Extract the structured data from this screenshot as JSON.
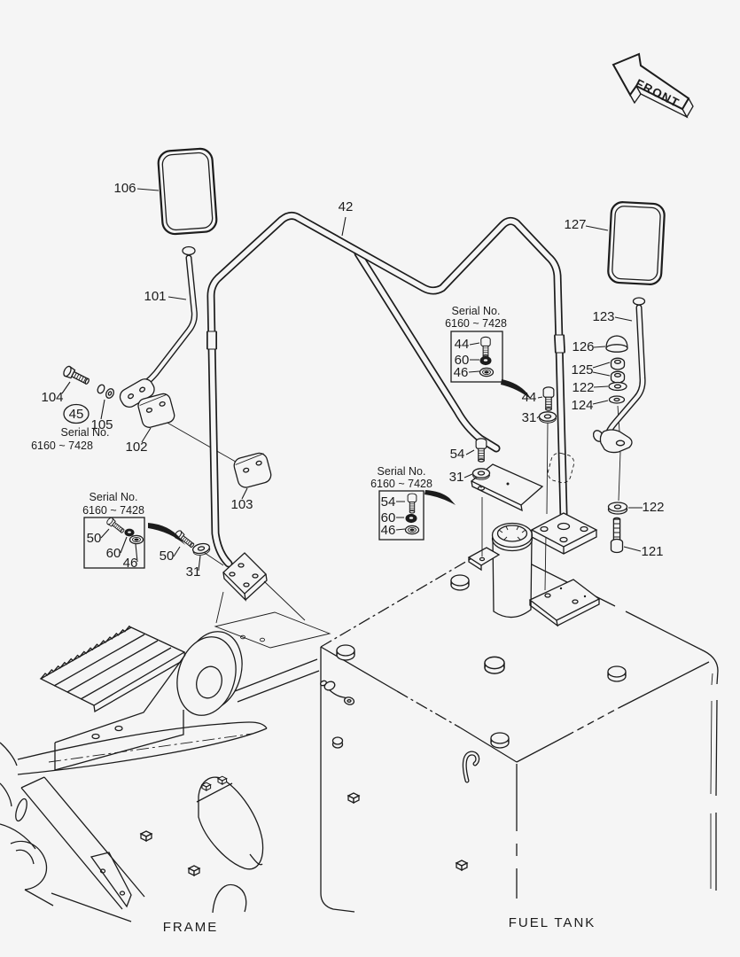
{
  "diagram": {
    "front_arrow_label": "FRONT",
    "footer": {
      "frame": "FRAME",
      "fuel_tank": "FUEL TANK"
    },
    "serial_note": {
      "title": "Serial No.",
      "range": "6160 ~ 7428"
    },
    "parts": {
      "n31": "31",
      "n42": "42",
      "n44": "44",
      "n45": "45",
      "n46": "46",
      "n50": "50",
      "n54": "54",
      "n60": "60",
      "n101": "101",
      "n102": "102",
      "n103": "103",
      "n104": "104",
      "n105": "105",
      "n106": "106",
      "n121": "121",
      "n122": "122",
      "n123": "123",
      "n124": "124",
      "n125": "125",
      "n126": "126",
      "n127": "127"
    },
    "colors": {
      "ink": "#1c1c1c",
      "paper": "#f5f5f5"
    }
  }
}
